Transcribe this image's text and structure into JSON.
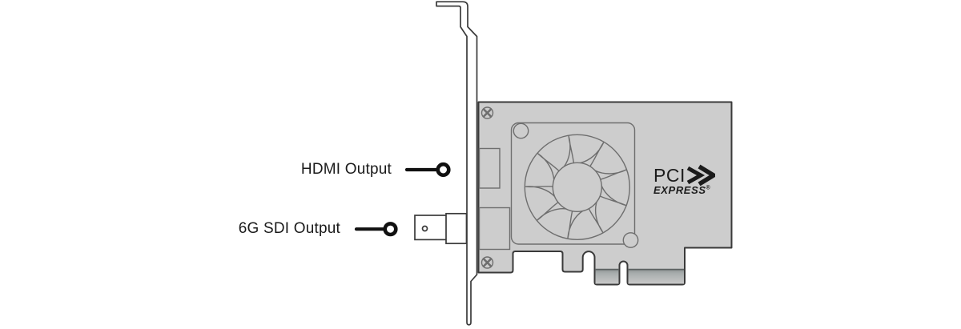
{
  "diagram": {
    "callouts": [
      {
        "label": "HDMI Output",
        "target": "hdmi-port"
      },
      {
        "label": "6G SDI Output",
        "target": "bnc-sdi-connector"
      }
    ],
    "logo": {
      "pci": "PCI",
      "express": "EXPRESS",
      "registered": "®"
    }
  },
  "colors": {
    "background": "#ffffff",
    "card_fill": "#cdcdcd",
    "outline": "#3a3a3a",
    "detail": "#6e6e6e",
    "text": "#1a1a1a",
    "callout": "#111111",
    "finger_top": "#8f9595",
    "finger_bottom": "#c9c9c9"
  }
}
